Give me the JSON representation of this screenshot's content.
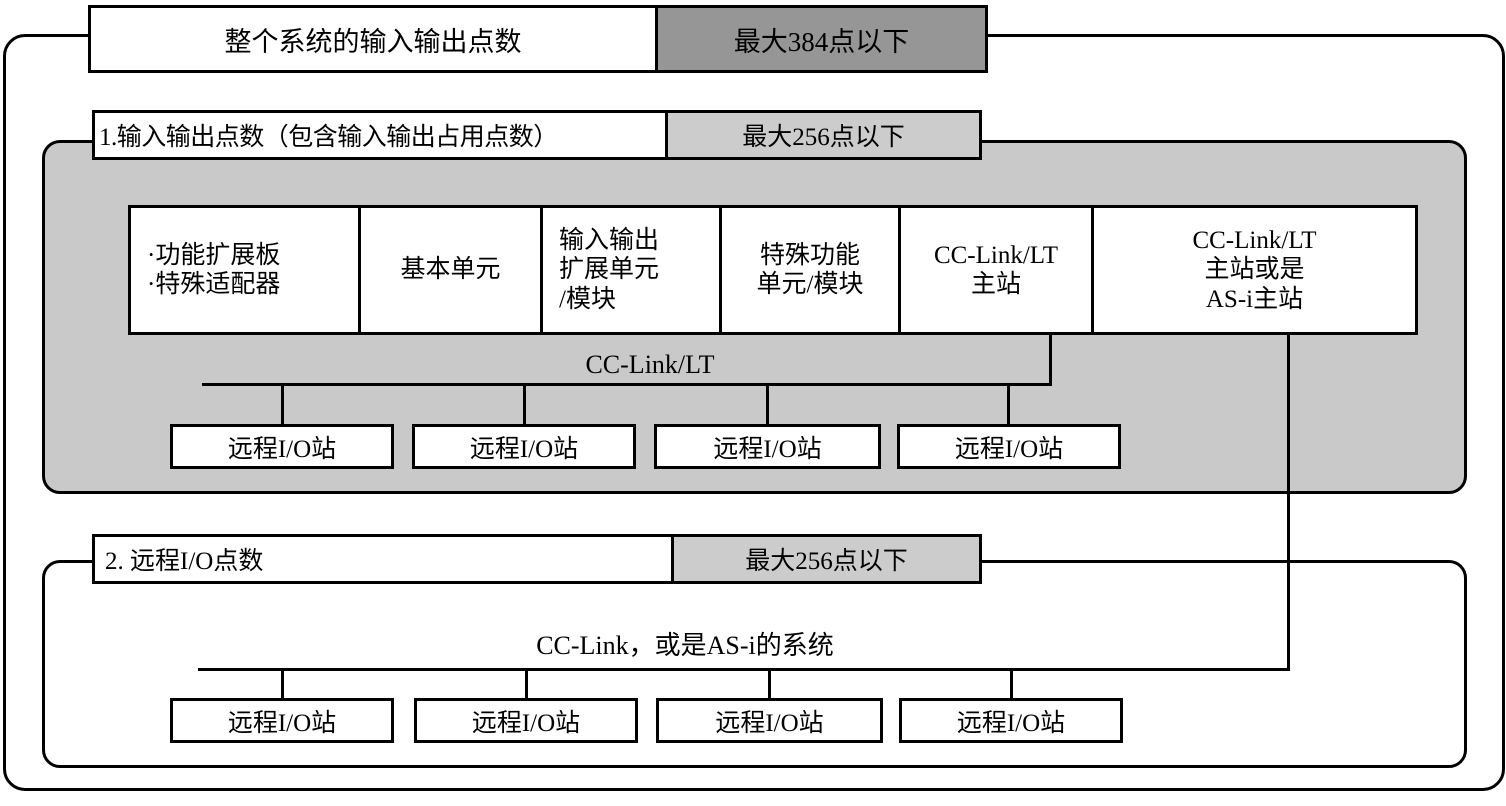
{
  "diagram": {
    "title_bar": {
      "label": "整个系统的输入输出点数",
      "value": "最大384点以下"
    },
    "section1": {
      "label": "1.输入输出点数（包含输入输出占用点数）",
      "value": "最大256点以下",
      "components": [
        {
          "name": "function-expansion-board",
          "lines": [
            "·功能扩展板",
            "·特殊适配器"
          ]
        },
        {
          "name": "basic-unit",
          "lines": [
            "基本单元"
          ]
        },
        {
          "name": "io-expansion-unit",
          "lines": [
            "输入输出",
            "扩展单元",
            "/模块"
          ]
        },
        {
          "name": "special-function-unit",
          "lines": [
            "特殊功能",
            "单元/模块"
          ]
        },
        {
          "name": "cclink-lt-master",
          "lines": [
            "CC-Link/LT",
            "主站"
          ]
        },
        {
          "name": "cclink-lt-or-asi-master",
          "lines": [
            "CC-Link/LT",
            "主站或是",
            "AS-i主站"
          ]
        }
      ],
      "bus_label": "CC-Link/LT",
      "remote_io_stations": [
        "远程I/O站",
        "远程I/O站",
        "远程I/O站",
        "远程I/O站"
      ]
    },
    "section2": {
      "label": "2. 远程I/O点数",
      "value": "最大256点以下",
      "bus_label": "CC-Link，或是AS-i的系统",
      "remote_io_stations": [
        "远程I/O站",
        "远程I/O站",
        "远程I/O站",
        "远程I/O站"
      ]
    },
    "colors": {
      "panel_gray": "#c9c9c9",
      "header_value_gray": "#cccccc",
      "title_value_gray": "#969696",
      "line": "#000000",
      "background": "#ffffff"
    }
  }
}
